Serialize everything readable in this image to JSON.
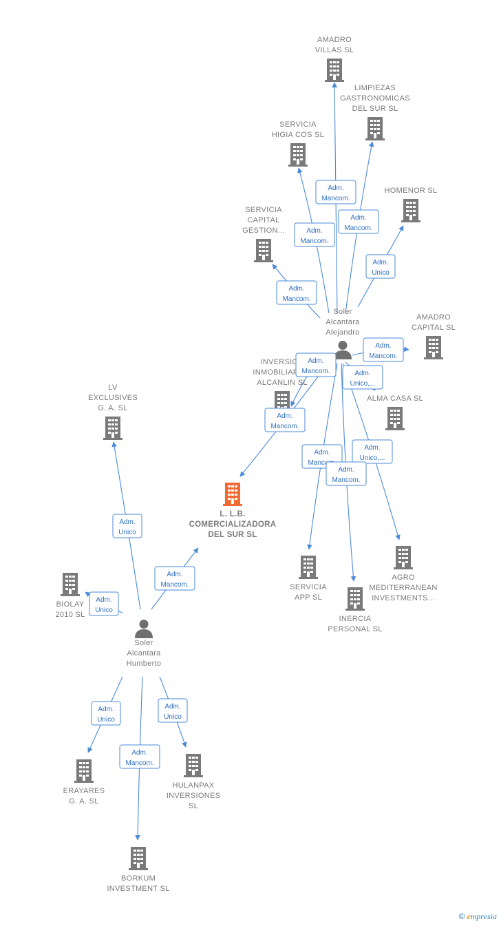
{
  "nodes": [
    {
      "id": "lbl",
      "type": "company-main",
      "lines": [
        "L. L.B.",
        "COMERCIALIZADORA",
        "DEL SUR SL"
      ]
    },
    {
      "id": "amadro_villas",
      "type": "company",
      "lines": [
        "AMADRO",
        "VILLAS SL"
      ]
    },
    {
      "id": "limpiezas",
      "type": "company",
      "lines": [
        "LIMPIEZAS",
        "GASTRONOMICAS",
        "DEL SUR SL"
      ]
    },
    {
      "id": "servicia_higia",
      "type": "company",
      "lines": [
        "SERVICIA",
        "HIGIA COS SL"
      ]
    },
    {
      "id": "homenor",
      "type": "company",
      "lines": [
        "HOMENOR SL"
      ]
    },
    {
      "id": "servicia_capital",
      "type": "company",
      "lines": [
        "SERVICIA",
        "CAPITAL",
        "GESTION..."
      ]
    },
    {
      "id": "amadro_capital",
      "type": "company",
      "lines": [
        "AMADRO",
        "CAPITAL SL"
      ]
    },
    {
      "id": "inversion_alcanlin",
      "type": "company",
      "lines": [
        "INVERSION",
        "INMOBILIARIAS",
        "ALCANLIN SL"
      ]
    },
    {
      "id": "alma_casa",
      "type": "company",
      "lines": [
        "ALMA CASA SL"
      ]
    },
    {
      "id": "lv_exclusives",
      "type": "company",
      "lines": [
        "LV",
        "EXCLUSIVES",
        "G. A. SL"
      ]
    },
    {
      "id": "biolay",
      "type": "company",
      "lines": [
        "BIOLAY",
        "2010 SL"
      ]
    },
    {
      "id": "servicia_app",
      "type": "company",
      "lines": [
        "SERVICIA",
        "APP SL"
      ]
    },
    {
      "id": "agro",
      "type": "company",
      "lines": [
        "AGRO",
        "MEDITERRANEAN",
        "INVESTMENTS..."
      ]
    },
    {
      "id": "inercia",
      "type": "company",
      "lines": [
        "INERCIA",
        "PERSONAL SL"
      ]
    },
    {
      "id": "erayares",
      "type": "company",
      "lines": [
        "ERAYARES",
        "G. A. SL"
      ]
    },
    {
      "id": "hulanpax",
      "type": "company",
      "lines": [
        "HULANPAX",
        "INVERSIONES",
        "SL"
      ]
    },
    {
      "id": "borkum",
      "type": "company",
      "lines": [
        "BORKUM",
        "INVESTMENT SL"
      ]
    },
    {
      "id": "alejandro",
      "type": "person",
      "lines": [
        "Soler",
        "Alcantara",
        "Alejandro"
      ]
    },
    {
      "id": "humberto",
      "type": "person",
      "lines": [
        "Soler",
        "Alcantara",
        "Humberto"
      ]
    }
  ],
  "edges": [
    {
      "from": "alejandro",
      "to": "amadro_villas",
      "label": [
        "Adm.",
        "Mancom."
      ]
    },
    {
      "from": "alejandro",
      "to": "limpiezas",
      "label": [
        "Adm.",
        "Mancom."
      ]
    },
    {
      "from": "alejandro",
      "to": "servicia_higia",
      "label": [
        "Adm.",
        "Mancom."
      ]
    },
    {
      "from": "alejandro",
      "to": "homenor",
      "label": [
        "Adm.",
        "Unico"
      ]
    },
    {
      "from": "alejandro",
      "to": "servicia_capital",
      "label": [
        "Adm.",
        "Mancom."
      ]
    },
    {
      "from": "alejandro",
      "to": "amadro_capital",
      "label": [
        "Adm.",
        "Mancom."
      ]
    },
    {
      "from": "alejandro",
      "to": "inversion_alcanlin",
      "label": [
        "Adm.",
        "Mancom."
      ]
    },
    {
      "from": "alejandro",
      "to": "alma_casa",
      "label": [
        "Adm.",
        "Unico,..."
      ]
    },
    {
      "from": "alejandro",
      "to": "lbl",
      "label": [
        "Adm.",
        "Mancom."
      ]
    },
    {
      "from": "alejandro",
      "to": "servicia_app",
      "label": [
        "Adm.",
        "Mancom."
      ]
    },
    {
      "from": "alejandro",
      "to": "agro",
      "label": [
        "Adm.",
        "Unico,..."
      ]
    },
    {
      "from": "alejandro",
      "to": "inercia",
      "label": [
        "Adm.",
        "Mancom."
      ]
    },
    {
      "from": "humberto",
      "to": "lv_exclusives",
      "label": [
        "Adm.",
        "Unico"
      ]
    },
    {
      "from": "humberto",
      "to": "lbl",
      "label": [
        "Adm.",
        "Mancom."
      ]
    },
    {
      "from": "humberto",
      "to": "biolay",
      "label": [
        "Adm.",
        "Unico"
      ]
    },
    {
      "from": "humberto",
      "to": "erayares",
      "label": [
        "Adm.",
        "Unico"
      ]
    },
    {
      "from": "humberto",
      "to": "hulanpax",
      "label": [
        "Adm.",
        "Unico"
      ]
    },
    {
      "from": "humberto",
      "to": "borkum",
      "label": [
        "Adm.",
        "Mancom."
      ]
    }
  ],
  "footer": {
    "copyright": "©",
    "brand_initial": "e",
    "brand_rest": "mpresia"
  }
}
